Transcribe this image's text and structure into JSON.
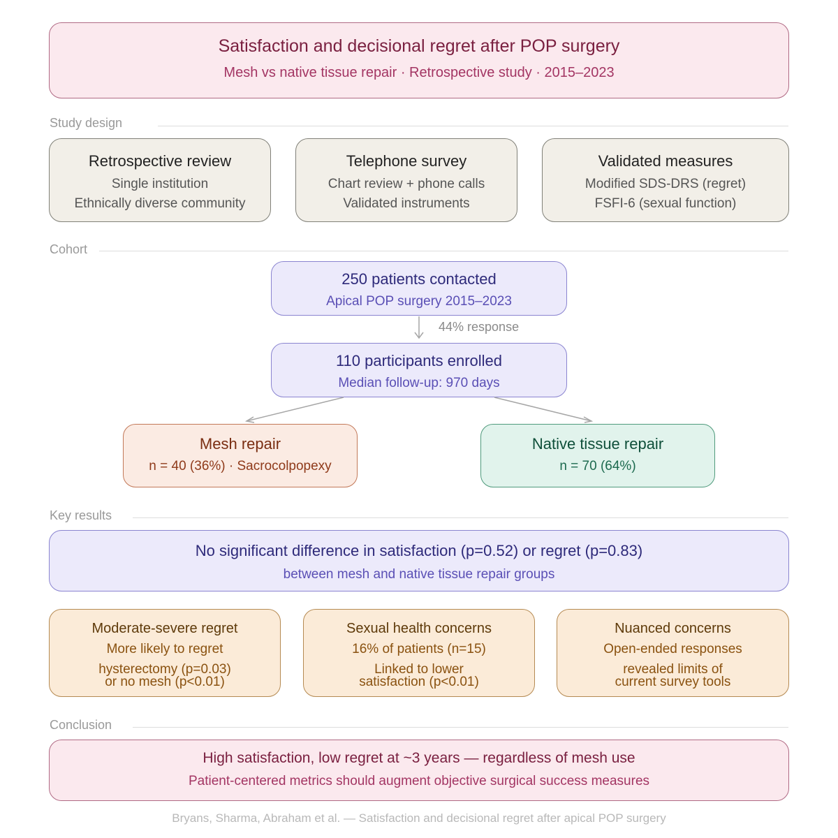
{
  "header": {
    "title": "Satisfaction and decisional regret after POP surgery",
    "subtitle": "Mesh vs native tissue repair · Retrospective study · 2015–2023"
  },
  "sections": {
    "study_design": "Study design",
    "cohort": "Cohort",
    "key_results": "Key results",
    "conclusion": "Conclusion"
  },
  "design": [
    {
      "title": "Retrospective review",
      "line1": "Single institution",
      "line2": "Ethnically diverse community"
    },
    {
      "title": "Telephone survey",
      "line1": "Chart review + phone calls",
      "line2": "Validated instruments"
    },
    {
      "title": "Validated measures",
      "line1": "Modified SDS-DRS (regret)",
      "line2": "FSFI-6 (sexual function)"
    }
  ],
  "cohort": {
    "contacted": {
      "title": "250 patients contacted",
      "sub": "Apical POP surgery 2015–2023"
    },
    "response": "44% response",
    "enrolled": {
      "title": "110 participants enrolled",
      "sub": "Median follow-up: 970 days"
    },
    "mesh": {
      "title": "Mesh repair",
      "sub": "n = 40 (36%) · Sacrocolpopexy"
    },
    "native": {
      "title": "Native tissue repair",
      "sub": "n = 70 (64%)"
    }
  },
  "results": {
    "main": {
      "title": "No significant difference in satisfaction (p=0.52) or regret (p=0.83)",
      "sub": "between mesh and native tissue repair groups"
    },
    "items": [
      {
        "title": "Moderate-severe regret",
        "line1": "More likely to regret",
        "line2": "hysterectomy (p=0.03)",
        "line3": "or no mesh (p<0.01)"
      },
      {
        "title": "Sexual health concerns",
        "line1": "16% of patients (n=15)",
        "line2": "Linked to lower",
        "line3": "satisfaction (p<0.01)"
      },
      {
        "title": "Nuanced concerns",
        "line1": "Open-ended responses",
        "line2": "revealed limits of",
        "line3": "current survey tools"
      }
    ]
  },
  "conclusion": {
    "title": "High satisfaction, low regret at ~3 years — regardless of mesh use",
    "sub": "Patient-centered metrics should augment objective surgical success measures"
  },
  "footer": "Bryans, Sharma, Abraham et al. — Satisfaction and decisional regret after apical POP surgery",
  "colors": {
    "header": "#fbe9ee",
    "design": "#f2efe8",
    "cohort": "#eceafb",
    "mesh": "#fbebe3",
    "native": "#e1f3ec",
    "results": "#fbebd8"
  }
}
